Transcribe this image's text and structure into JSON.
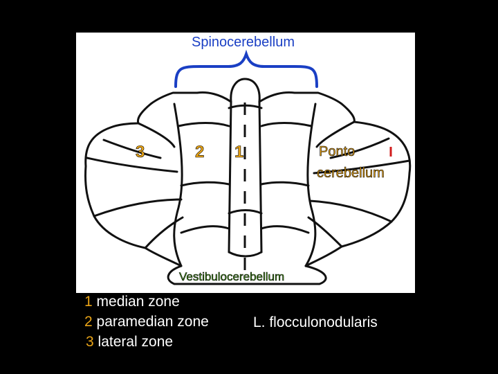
{
  "diagram": {
    "top_label": "Spinocerebellum",
    "zone_numbers": [
      "3",
      "2",
      "1"
    ],
    "ponto_label": [
      "Ponto",
      "cerebellum"
    ],
    "bottom_label": "Vestibulocerebellum"
  },
  "legend": [
    {
      "number": "1",
      "text": "median zone"
    },
    {
      "number": "2",
      "text": "paramedian zone"
    },
    {
      "number": "3",
      "text": "lateral zone"
    }
  ],
  "caption_right": "L. flocculonodularis",
  "colors": {
    "background": "#000000",
    "figure_bg": "#ffffff",
    "ink": "#111111",
    "bracket": "#1a3fc4",
    "spino_text": "#1a3fc4",
    "ponto_text": "#e8a317",
    "vestibulo_text": "#4a9a1e",
    "numbers": "#e8a317",
    "caption_text": "#ffffff"
  }
}
